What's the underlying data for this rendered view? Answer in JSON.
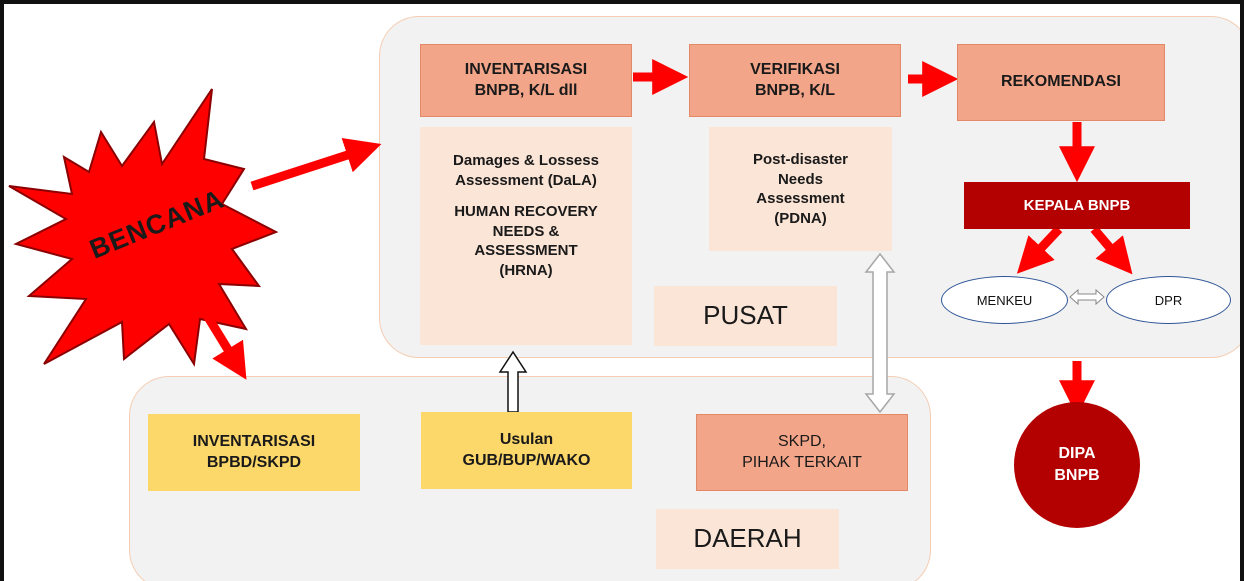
{
  "burst": {
    "label": "BENCANA"
  },
  "pusat": {
    "region_label": "PUSAT",
    "inventarisasi": "INVENTARISASI\nBNPB, K/L dll",
    "verifikasi": "VERIFIKASI\nBNPB, K/L",
    "rekomendasi": "REKOMENDASI",
    "dala": "Damages & Lossess\nAssessment (DaLA)",
    "hrna": "HUMAN RECOVERY\nNEEDS &\nASSESSMENT\n(HRNA)",
    "pdna": "Post-disaster\nNeeds\nAssessment\n(PDNA)",
    "kepala": "KEPALA BNPB",
    "menkeu": "MENKEU",
    "dpr": "DPR"
  },
  "daerah": {
    "region_label": "DAERAH",
    "inventarisasi": "INVENTARISASI\nBPBD/SKPD",
    "usulan": "Usulan\nGUB/BUP/WAKO",
    "skpd": "SKPD,\nPIHAK TERKAIT"
  },
  "dipa": {
    "label": "DIPA\nBNPB"
  },
  "colors": {
    "arrow": "#ff0000",
    "dark_red": "#b30000",
    "orange_box": "#f3a589",
    "peach_box": "#fbe5d6",
    "yellow_box": "#fcd769"
  }
}
